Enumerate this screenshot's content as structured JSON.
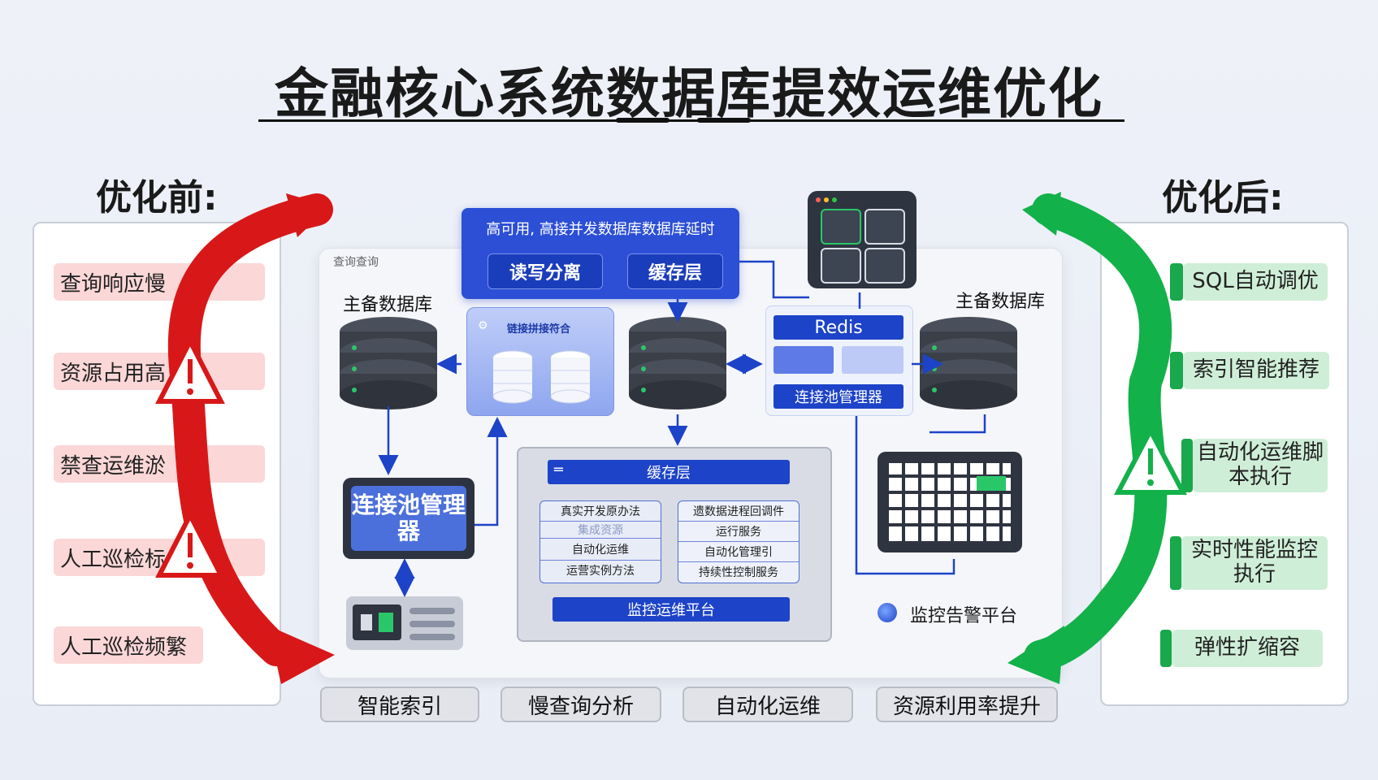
{
  "title": "金融核心系统数据库提效运维优化",
  "before": {
    "heading": "优化前:",
    "items": [
      "查询响应慢",
      "资源占用高",
      "禁查运维淤",
      "人工巡检标",
      "人工巡检频繁"
    ]
  },
  "after": {
    "heading": "优化后:",
    "items": [
      "SQL自动调优",
      "索引智能推荐",
      "自动化运维脚本执行",
      "实时性能监控执行",
      "弹性扩缩容"
    ]
  },
  "center": {
    "panel_label": "查询查询",
    "top_banner": "高可用, 高接并发数据库数据库延时",
    "rw_split": "读写分离",
    "cache_top": "缓存层",
    "primary_left": "主备数据库",
    "primary_right": "主备数据库",
    "sharding_label": "链接拼接符合",
    "redis": "Redis",
    "pool_small": "连接池管理器",
    "pool_big": "连接池管理器",
    "cache_box_header": "缓存层",
    "cache_left_lines": [
      "真实开发原办法",
      "集成资源",
      "自动化运维",
      "运营实例方法"
    ],
    "cache_right_lines": [
      "遗数据进程回调件",
      "运行服务",
      "自动化管理引",
      "持续性控制服务"
    ],
    "monitor_platform": "监控运维平台",
    "alert_platform": "监控告警平台"
  },
  "bottom_pills": [
    "智能索引",
    "慢查询分析",
    "自动化运维",
    "资源利用率提升"
  ],
  "colors": {
    "accent_blue": "#1d43c8",
    "red": "#d81818",
    "green": "#13b14a",
    "db_dark": "#3a3f48"
  }
}
